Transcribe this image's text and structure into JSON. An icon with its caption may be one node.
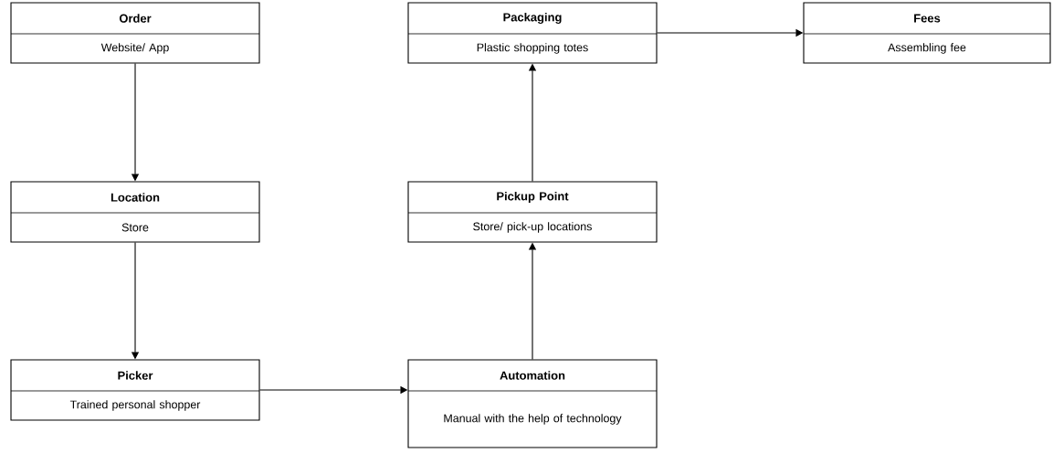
{
  "diagram": {
    "nodes": [
      {
        "text": [
          "Order",
          "Website/ App"
        ]
      },
      {
        "text": [
          "Location",
          "Store"
        ]
      },
      {
        "text": [
          "Picker",
          "Trained personal shopper"
        ]
      },
      {
        "text": [
          "Automation",
          "Manual with the help of technology"
        ]
      },
      {
        "text": [
          "Pickup Point",
          "Store/ pick-up locations"
        ]
      },
      {
        "text": [
          "Packaging",
          "Plastic shopping totes"
        ]
      },
      {
        "text": [
          "Fees",
          "Assembling fee"
        ]
      }
    ],
    "edges": [
      {
        "from": 0,
        "to": 1,
        "arrow": "to"
      },
      {
        "from": 1,
        "to": 2,
        "arrow": "to"
      },
      {
        "from": 2,
        "to": 3,
        "arrow": "to"
      },
      {
        "from": 3,
        "to": 4,
        "arrow": "to"
      },
      {
        "from": 4,
        "to": 5,
        "arrow": "to"
      },
      {
        "from": 5,
        "to": 6,
        "arrow": "to"
      }
    ]
  }
}
